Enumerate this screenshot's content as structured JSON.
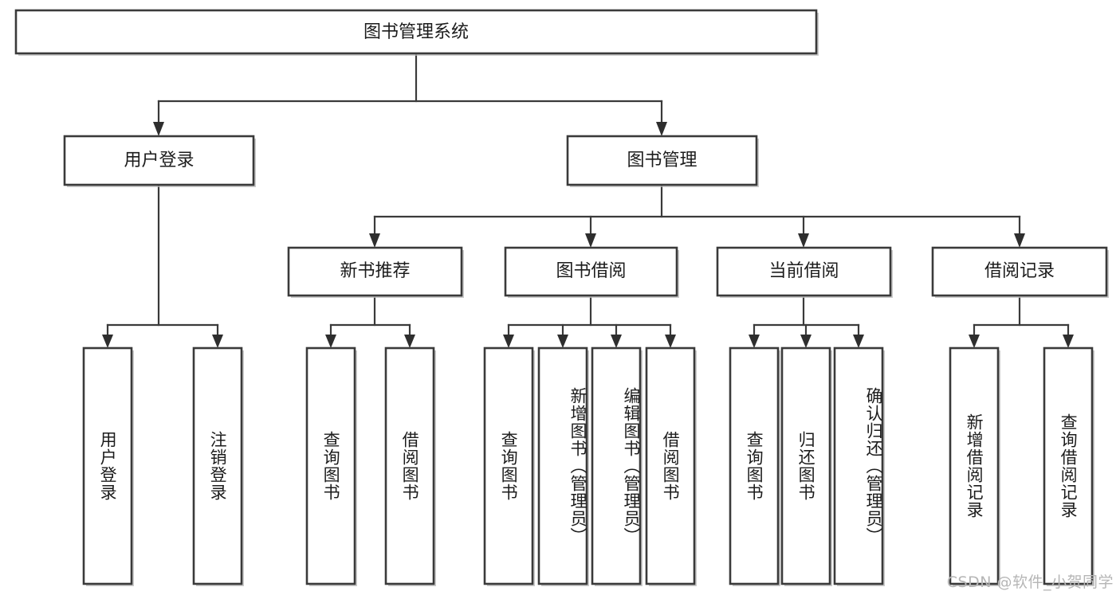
{
  "diagram": {
    "type": "tree",
    "title": "图书管理系统",
    "orientation": "top-down",
    "colors": {
      "box_fill": "#ffffff",
      "box_stroke": "#3a3a3a",
      "connector": "#3a3a3a",
      "arrow": "#2e2e2e",
      "text": "#1c1c1c",
      "watermark": "#b6b6b6",
      "background": "#ffffff"
    },
    "root": {
      "id": "root",
      "label": "图书管理系统",
      "text_orientation": "horizontal"
    },
    "level2": [
      {
        "id": "user-login",
        "label": "用户登录",
        "text_orientation": "horizontal"
      },
      {
        "id": "book-manage",
        "label": "图书管理",
        "text_orientation": "horizontal"
      }
    ],
    "level3": [
      {
        "id": "new-book-rec",
        "label": "新书推荐",
        "parent": "book-manage",
        "text_orientation": "horizontal"
      },
      {
        "id": "book-borrow",
        "label": "图书借阅",
        "parent": "book-manage",
        "text_orientation": "horizontal"
      },
      {
        "id": "current-borrow",
        "label": "当前借阅",
        "parent": "book-manage",
        "text_orientation": "horizontal"
      },
      {
        "id": "borrow-record",
        "label": "借阅记录",
        "parent": "book-manage",
        "text_orientation": "horizontal"
      }
    ],
    "leaves": [
      {
        "id": "leaf-user-login",
        "label": "用户登录",
        "parent": "user-login",
        "text_orientation": "vertical"
      },
      {
        "id": "leaf-logout-login",
        "label": "注销登录",
        "parent": "user-login",
        "text_orientation": "vertical"
      },
      {
        "id": "leaf-query-book-1",
        "label": "查询图书",
        "parent": "new-book-rec",
        "text_orientation": "vertical"
      },
      {
        "id": "leaf-borrow-book-1",
        "label": "借阅图书",
        "parent": "new-book-rec",
        "text_orientation": "vertical"
      },
      {
        "id": "leaf-query-book-2",
        "label": "查询图书",
        "parent": "book-borrow",
        "text_orientation": "vertical"
      },
      {
        "id": "leaf-add-book",
        "label": "新增图书（管理员）",
        "parent": "book-borrow",
        "text_orientation": "vertical"
      },
      {
        "id": "leaf-edit-book",
        "label": "编辑图书（管理员）",
        "parent": "book-borrow",
        "text_orientation": "vertical"
      },
      {
        "id": "leaf-borrow-book-2",
        "label": "借阅图书",
        "parent": "book-borrow",
        "text_orientation": "vertical"
      },
      {
        "id": "leaf-query-book-3",
        "label": "查询图书",
        "parent": "current-borrow",
        "text_orientation": "vertical"
      },
      {
        "id": "leaf-return-book",
        "label": "归还图书",
        "parent": "current-borrow",
        "text_orientation": "vertical"
      },
      {
        "id": "leaf-confirm-return",
        "label": "确认归还（管理员）",
        "parent": "current-borrow",
        "text_orientation": "vertical"
      },
      {
        "id": "leaf-add-record",
        "label": "新增借阅记录",
        "parent": "borrow-record",
        "text_orientation": "vertical"
      },
      {
        "id": "leaf-query-record",
        "label": "查询借阅记录",
        "parent": "borrow-record",
        "text_orientation": "vertical"
      }
    ]
  },
  "watermark": {
    "text": "CSDN @软件_小贺同学"
  }
}
